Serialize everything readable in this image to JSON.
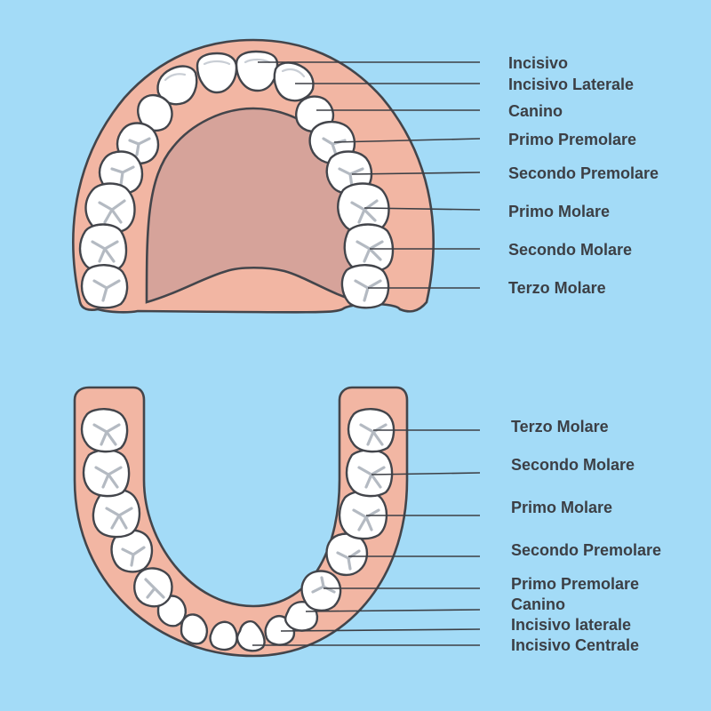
{
  "upper_jaw": {
    "labels": [
      "Incisivo",
      "Incisivo Laterale",
      "Canino",
      "Primo Premolare",
      "Secondo Premolare",
      "Primo Molare",
      "Secondo Molare",
      "Terzo Molare"
    ]
  },
  "lower_jaw": {
    "labels": [
      "Terzo Molare",
      "Secondo Molare",
      "Primo Molare",
      "Secondo Premolare",
      "Primo Premolare",
      "Canino",
      "Incisivo laterale",
      "Incisivo Centrale"
    ]
  },
  "colors": {
    "background": "#a3dbf7",
    "gum": "#f2b6a3",
    "palate": "#d6a39a",
    "outline": "#43454b",
    "text": "#3c3f45"
  }
}
